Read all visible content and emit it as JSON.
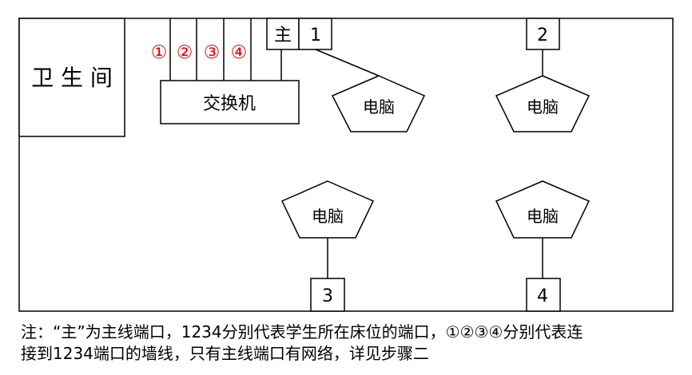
{
  "room": {
    "bathroom_label": "卫 生 间"
  },
  "switch": {
    "label": "交换机",
    "cables": [
      "①",
      "②",
      "③",
      "④"
    ]
  },
  "ports": {
    "main": "主",
    "p1": "1",
    "p2": "2",
    "p3": "3",
    "p4": "4"
  },
  "computers": {
    "c1": "电脑",
    "c2": "电脑",
    "c3": "电脑",
    "c4": "电脑"
  },
  "note": {
    "line1": "注：“主”为主线端口，1234分别代表学生所在床位的端口，①②③④分别代表连",
    "line2": "接到1234端口的墙线，只有主线端口有网络，详见步骤二"
  },
  "colors": {
    "cable_label": "#e00000",
    "line": "#000000"
  }
}
